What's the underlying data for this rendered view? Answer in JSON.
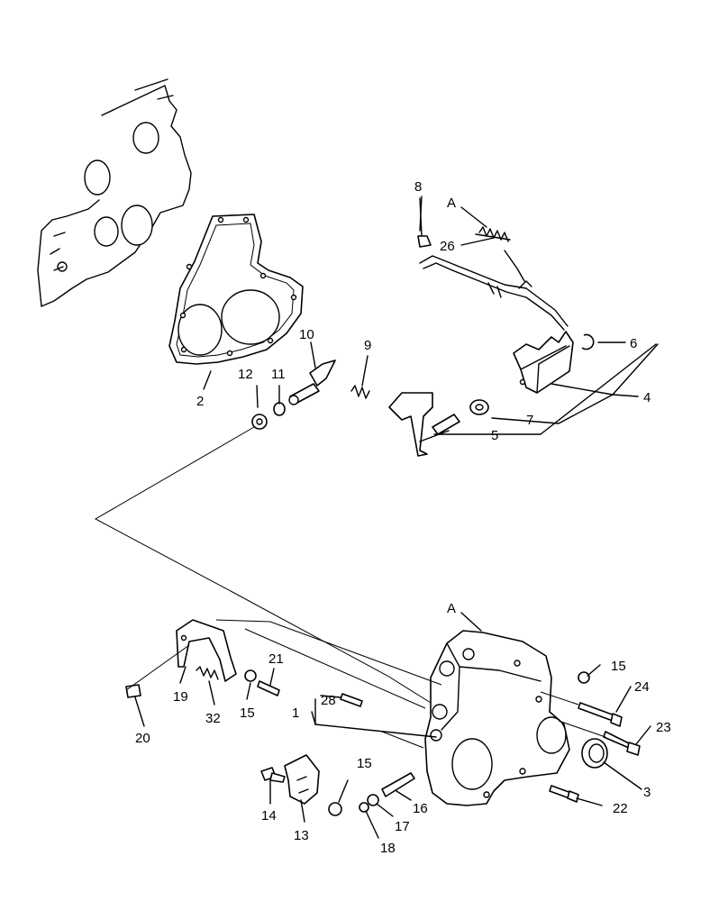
{
  "callouts": {
    "c1": "1",
    "c2": "2",
    "c3": "3",
    "c4": "4",
    "c5": "5",
    "c6": "6",
    "c7": "7",
    "c8": "8",
    "c9": "9",
    "c10": "10",
    "c11": "11",
    "c12": "12",
    "c13": "13",
    "c14": "14",
    "c15a": "15",
    "c15b": "15",
    "c15c": "15",
    "c16": "16",
    "c17": "17",
    "c18": "18",
    "c19": "19",
    "c20": "20",
    "c21": "21",
    "c22": "22",
    "c23": "23",
    "c24": "24",
    "c26": "26",
    "c28": "28",
    "c32": "32",
    "refA1": "A",
    "refA2": "A"
  }
}
